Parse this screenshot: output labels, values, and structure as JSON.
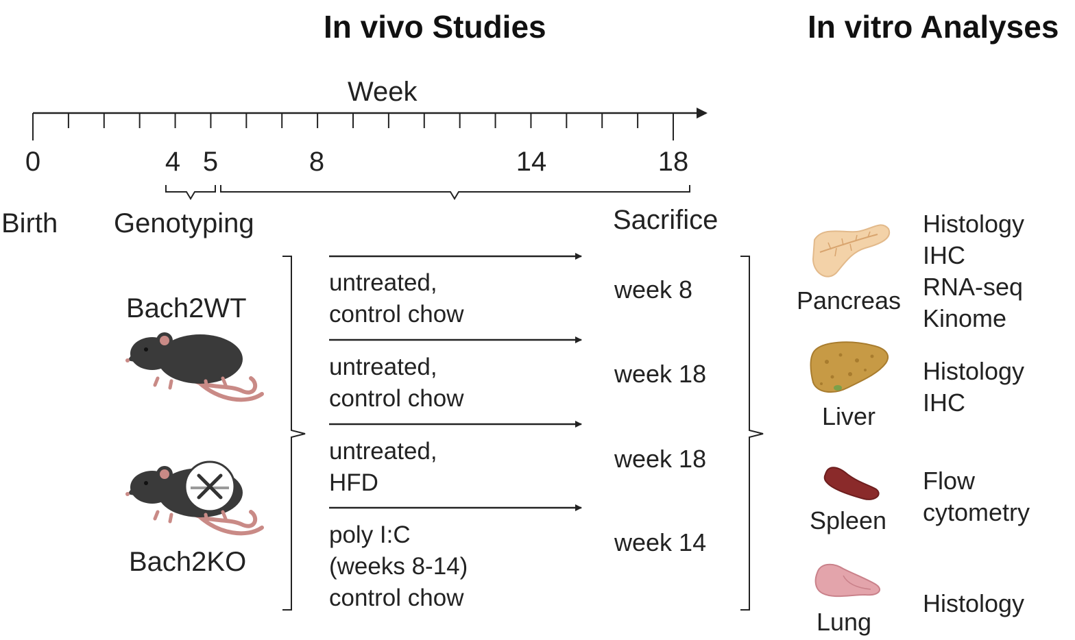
{
  "titles": {
    "in_vivo": "In vivo Studies",
    "in_vitro": "In vitro Analyses"
  },
  "timeline": {
    "axis_label": "Week",
    "ticks": [
      "0",
      "4",
      "5",
      "8",
      "14",
      "18"
    ],
    "events": {
      "birth": "Birth",
      "genotyping": "Genotyping",
      "sacrifice": "Sacrifice"
    }
  },
  "groups": {
    "wt": "Bach2WT",
    "ko": "Bach2KO"
  },
  "conditions": [
    {
      "lines": [
        "untreated,",
        "control chow"
      ],
      "sacrifice": "week 8"
    },
    {
      "lines": [
        "untreated,",
        "control chow"
      ],
      "sacrifice": "week 18"
    },
    {
      "lines": [
        "untreated,",
        "HFD"
      ],
      "sacrifice": "week 18"
    },
    {
      "lines": [
        "poly I:C",
        "(weeks 8-14)",
        "control chow"
      ],
      "sacrifice": "week 14"
    }
  ],
  "organs": [
    {
      "name": "Pancreas",
      "analyses": [
        "Histology",
        "IHC",
        "RNA-seq",
        "Kinome"
      ]
    },
    {
      "name": "Liver",
      "analyses": [
        "Histology",
        "IHC"
      ]
    },
    {
      "name": "Spleen",
      "analyses": [
        "Flow",
        "cytometry"
      ]
    },
    {
      "name": "Lung",
      "analyses": [
        "Histology"
      ]
    }
  ],
  "colors": {
    "line": "#222222",
    "mouse_body": "#3a3a3a",
    "mouse_tail": "#c98a86",
    "pancreas": "#f3d2a8",
    "liver": "#c79a45",
    "spleen": "#8a2a2a",
    "lung": "#e3a4ab"
  },
  "icons": [
    "wt-mouse-icon",
    "ko-mouse-icon",
    "knockout-x-icon",
    "pancreas-icon",
    "liver-icon",
    "spleen-icon",
    "lung-icon"
  ]
}
